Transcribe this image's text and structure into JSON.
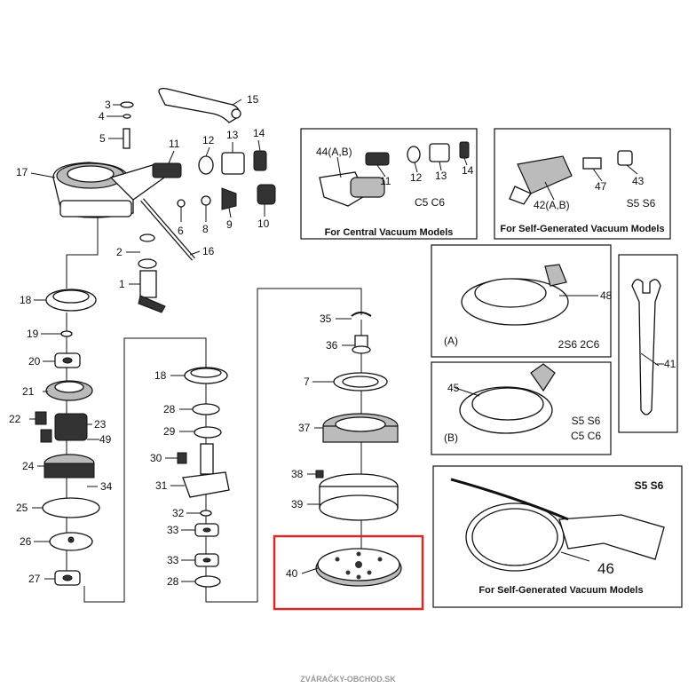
{
  "labels": {
    "p1": "1",
    "p2": "2",
    "p3": "3",
    "p4": "4",
    "p5": "5",
    "p6": "6",
    "p7": "7",
    "p8": "8",
    "p9": "9",
    "p10": "10",
    "p11": "11",
    "p12": "12",
    "p13": "13",
    "p14": "14",
    "p15": "15",
    "p16": "16",
    "p17": "17",
    "p18": "18",
    "p19": "19",
    "p20": "20",
    "p21": "21",
    "p22": "22",
    "p23": "23",
    "p24": "24",
    "p25": "25",
    "p26": "26",
    "p27": "27",
    "p28": "28",
    "p29": "29",
    "p30": "30",
    "p31": "31",
    "p32": "32",
    "p33": "33",
    "p34": "34",
    "p35": "35",
    "p36": "36",
    "p37": "37",
    "p38": "38",
    "p39": "39",
    "p40": "40",
    "p41": "41",
    "p42": "42(A,B)",
    "p43": "43",
    "p44": "44(A,B)",
    "p45": "45",
    "p46": "46",
    "p47": "47",
    "p48": "48",
    "p49": "49"
  },
  "boxes": {
    "central": {
      "caption": "For Central Vacuum Models",
      "code": "C5  C6"
    },
    "self_top": {
      "caption": "For Self-Generated Vacuum Models",
      "code": "S5  S6"
    },
    "shroudA": {
      "letter": "(A)",
      "code": "2S6  2C6"
    },
    "shroudB": {
      "letter": "(B)",
      "code1": "S5  S6",
      "code2": "C5  C6"
    },
    "hose": {
      "code": "S5  S6",
      "caption": "For Self-Generated Vacuum Models"
    }
  },
  "watermark": "ZVÁRAČKY-OBCHOD.SK",
  "highlight_color": "#d42a2a"
}
